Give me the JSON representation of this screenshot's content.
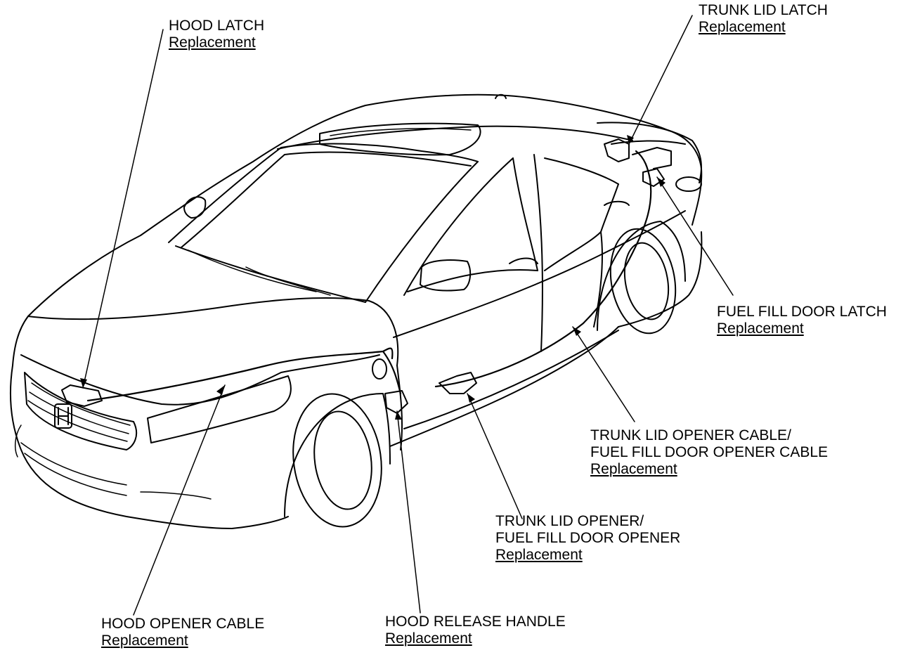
{
  "callouts": {
    "hood_latch": {
      "title_lines": [
        "HOOD LATCH"
      ],
      "link": "Replacement"
    },
    "trunk_lid_latch": {
      "title_lines": [
        "TRUNK LID LATCH"
      ],
      "link": "Replacement"
    },
    "fuel_fill_door_latch": {
      "title_lines": [
        "FUEL FILL DOOR LATCH"
      ],
      "link": "Replacement"
    },
    "trunk_lid_opener_cable": {
      "title_lines": [
        "TRUNK LID OPENER CABLE/",
        "FUEL FILL DOOR OPENER CABLE"
      ],
      "link": "Replacement"
    },
    "trunk_lid_opener": {
      "title_lines": [
        "TRUNK LID OPENER/",
        "FUEL FILL DOOR OPENER"
      ],
      "link": "Replacement"
    },
    "hood_release_handle": {
      "title_lines": [
        "HOOD RELEASE HANDLE"
      ],
      "link": "Replacement"
    },
    "hood_opener_cable": {
      "title_lines": [
        "HOOD OPENER CABLE"
      ],
      "link": "Replacement"
    }
  },
  "colors": {
    "ink": "#000000",
    "background": "#ffffff"
  }
}
